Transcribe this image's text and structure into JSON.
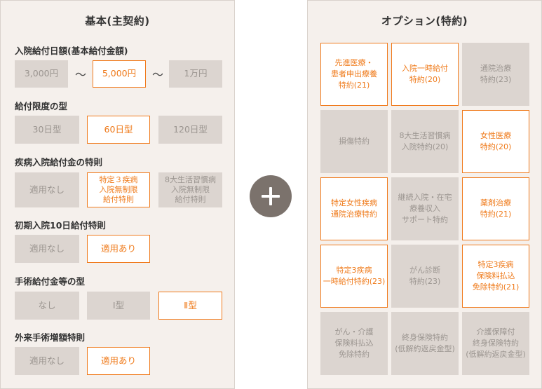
{
  "left": {
    "title": "基本(主契約)",
    "sections": [
      {
        "label": "入院給付日額(基本給付金額)",
        "options": [
          "3,000円",
          "5,000円",
          "1万円"
        ],
        "selected": 1,
        "separator": "～"
      },
      {
        "label": "給付限度の型",
        "options": [
          "30日型",
          "60日型",
          "120日型"
        ],
        "selected": 1
      },
      {
        "label": "疾病入院給付金の特則",
        "options": [
          "適用なし",
          "特定３疾病\n入院無制限\n給付特則",
          "8大生活習慣病\n入院無制限\n給付特則"
        ],
        "selected": 1
      },
      {
        "label": "初期入院10日給付特則",
        "options": [
          "適用なし",
          "適用あり"
        ],
        "selected": 1
      },
      {
        "label": "手術給付金等の型",
        "options": [
          "なし",
          "Ⅰ型",
          "Ⅱ型"
        ],
        "selected": 2
      },
      {
        "label": "外来手術増額特則",
        "options": [
          "適用なし",
          "適用あり"
        ],
        "selected": 1
      }
    ]
  },
  "right": {
    "title": "オプション(特約)",
    "cells": [
      {
        "text": "先進医療・\n患者申出療養\n特約(21)",
        "selected": true
      },
      {
        "text": "入院一時給付\n特約(20)",
        "selected": true
      },
      {
        "text": "通院治療\n特約(23)",
        "selected": false
      },
      {
        "text": "損傷特約",
        "selected": false
      },
      {
        "text": "8大生活習慣病\n入院特約(20)",
        "selected": false
      },
      {
        "text": "女性医療\n特約(20)",
        "selected": true
      },
      {
        "text": "特定女性疾病\n通院治療特約",
        "selected": true
      },
      {
        "text": "継続入院・在宅\n療養収入\nサポート特約",
        "selected": false
      },
      {
        "text": "薬剤治療\n特約(21)",
        "selected": true
      },
      {
        "text": "特定3疾病\n一時給付特約(23)",
        "selected": true
      },
      {
        "text": "がん診断\n特約(23)",
        "selected": false
      },
      {
        "text": "特定3疾病\n保険料払込\n免除特約(21)",
        "selected": true
      },
      {
        "text": "がん・介護\n保険料払込\n免除特約",
        "selected": false
      },
      {
        "text": "終身保険特約\n(低解約返戻金型)",
        "selected": false
      },
      {
        "text": "介護保障付\n終身保険特約\n(低解約返戻金型)",
        "selected": false
      }
    ]
  },
  "colors": {
    "accent": "#f07a1c",
    "panel_bg": "#f5f0ec",
    "option_bg": "#dcd5d0",
    "plus_bg": "#7b726c"
  },
  "icons": {
    "plus": "plus-icon"
  }
}
